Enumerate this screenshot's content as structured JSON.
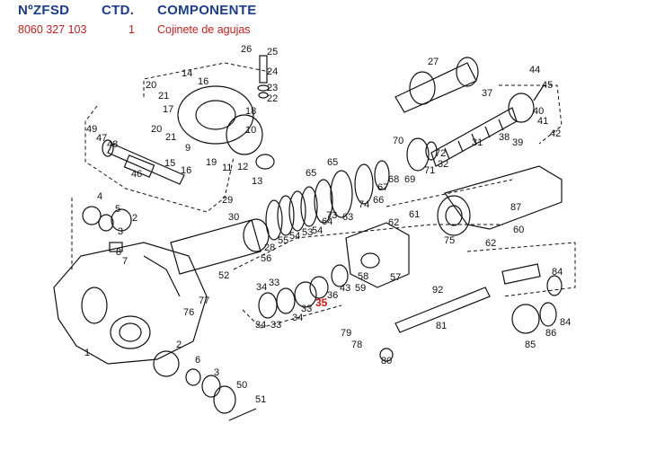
{
  "header": {
    "col_zfsd": "NºZFSD",
    "col_qty": "CTD.",
    "col_component": "COMPONENTE"
  },
  "selected_row": {
    "zfsd": "8060 327 103",
    "qty": "1",
    "component": "Cojinete de agujas"
  },
  "callouts": [
    {
      "id": "1"
    },
    {
      "id": "2"
    },
    {
      "id": "2"
    },
    {
      "id": "3"
    },
    {
      "id": "3"
    },
    {
      "id": "4"
    },
    {
      "id": "5"
    },
    {
      "id": "6"
    },
    {
      "id": "7"
    },
    {
      "id": "8"
    },
    {
      "id": "9"
    },
    {
      "id": "10"
    },
    {
      "id": "11"
    },
    {
      "id": "12"
    },
    {
      "id": "13"
    },
    {
      "id": "14"
    },
    {
      "id": "15"
    },
    {
      "id": "16"
    },
    {
      "id": "16"
    },
    {
      "id": "17"
    },
    {
      "id": "18"
    },
    {
      "id": "19"
    },
    {
      "id": "20"
    },
    {
      "id": "20"
    },
    {
      "id": "21"
    },
    {
      "id": "21"
    },
    {
      "id": "22"
    },
    {
      "id": "23"
    },
    {
      "id": "24"
    },
    {
      "id": "25"
    },
    {
      "id": "26"
    },
    {
      "id": "27"
    },
    {
      "id": "28"
    },
    {
      "id": "29"
    },
    {
      "id": "30"
    },
    {
      "id": "31"
    },
    {
      "id": "32"
    },
    {
      "id": "33"
    },
    {
      "id": "33"
    },
    {
      "id": "33"
    },
    {
      "id": "34"
    },
    {
      "id": "34"
    },
    {
      "id": "34"
    },
    {
      "id": "35",
      "highlight": true
    },
    {
      "id": "36"
    },
    {
      "id": "37"
    },
    {
      "id": "38"
    },
    {
      "id": "39"
    },
    {
      "id": "40"
    },
    {
      "id": "41"
    },
    {
      "id": "42"
    },
    {
      "id": "43"
    },
    {
      "id": "44"
    },
    {
      "id": "45"
    },
    {
      "id": "46"
    },
    {
      "id": "47"
    },
    {
      "id": "48"
    },
    {
      "id": "49"
    },
    {
      "id": "50"
    },
    {
      "id": "51"
    },
    {
      "id": "52"
    },
    {
      "id": "53"
    },
    {
      "id": "54"
    },
    {
      "id": "54"
    },
    {
      "id": "55"
    },
    {
      "id": "56"
    },
    {
      "id": "57"
    },
    {
      "id": "58"
    },
    {
      "id": "59"
    },
    {
      "id": "60"
    },
    {
      "id": "61"
    },
    {
      "id": "62"
    },
    {
      "id": "62"
    },
    {
      "id": "63"
    },
    {
      "id": "64"
    },
    {
      "id": "65"
    },
    {
      "id": "65"
    },
    {
      "id": "66"
    },
    {
      "id": "67"
    },
    {
      "id": "68"
    },
    {
      "id": "69"
    },
    {
      "id": "70"
    },
    {
      "id": "71"
    },
    {
      "id": "72"
    },
    {
      "id": "73"
    },
    {
      "id": "74"
    },
    {
      "id": "75"
    },
    {
      "id": "76"
    },
    {
      "id": "77"
    },
    {
      "id": "78"
    },
    {
      "id": "79"
    },
    {
      "id": "80"
    },
    {
      "id": "81"
    },
    {
      "id": "84"
    },
    {
      "id": "84"
    },
    {
      "id": "85"
    },
    {
      "id": "86"
    },
    {
      "id": "87"
    },
    {
      "id": "92"
    }
  ]
}
